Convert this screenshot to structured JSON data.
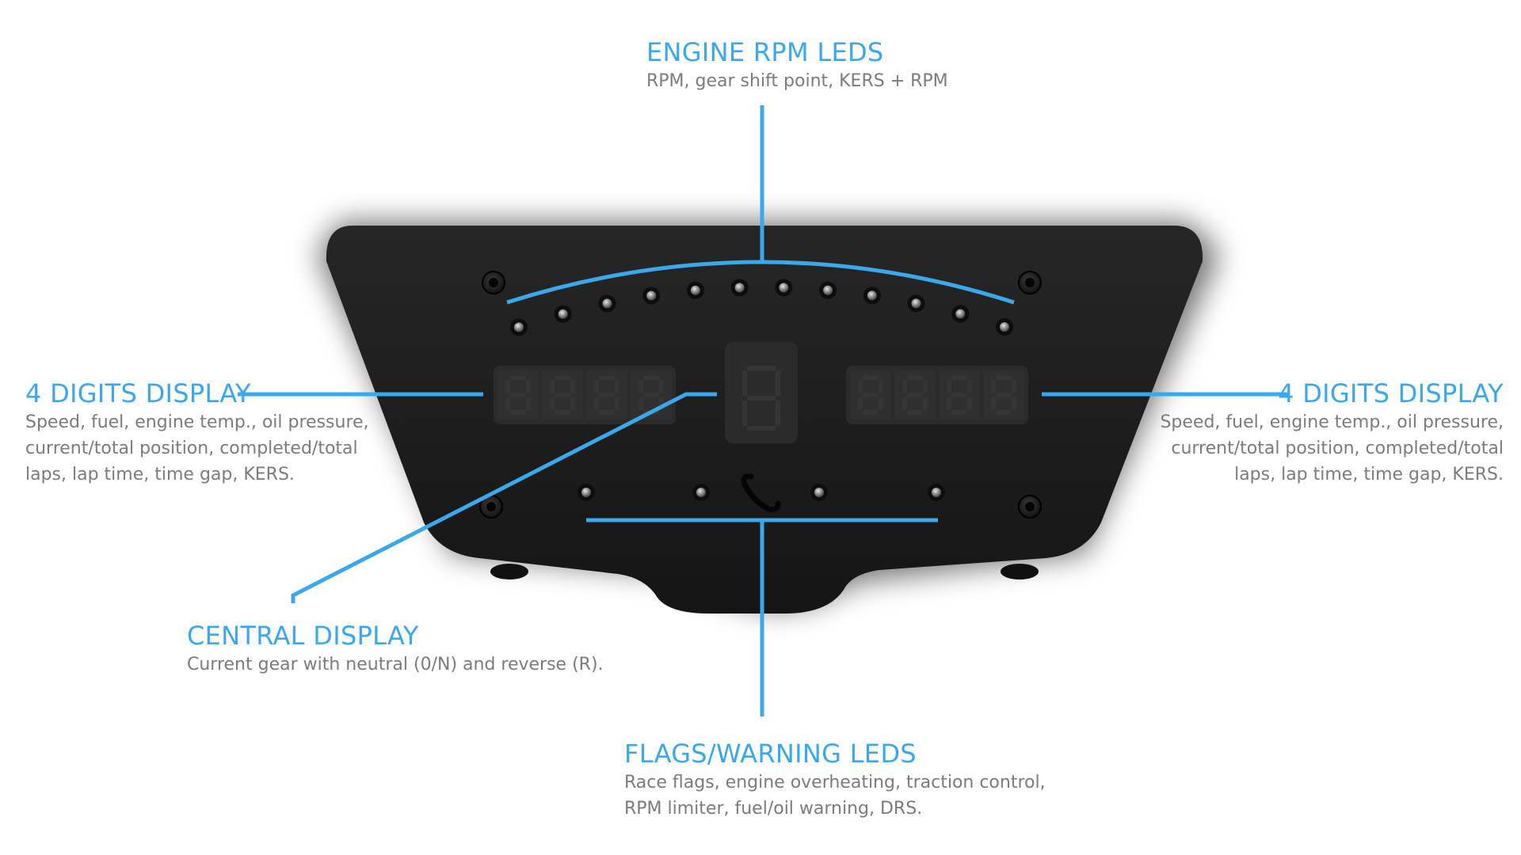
{
  "colors": {
    "accent": "#3aa8ea",
    "description": "#7c7c7c",
    "panel": "#1e1e1e"
  },
  "callouts": {
    "rpm_leds": {
      "title": "ENGINE RPM LEDS",
      "description": "RPM, gear shift point, KERS + RPM"
    },
    "left_display": {
      "title": "4 DIGITS DISPLAY",
      "description": "Speed, fuel, engine temp., oil pressure, current/total position, completed/total laps, lap time, time gap, KERS."
    },
    "right_display": {
      "title": "4 DIGITS DISPLAY",
      "description": "Speed, fuel, engine temp., oil pressure, current/total position, completed/total laps, lap time, time gap, KERS."
    },
    "central_display": {
      "title": "CENTRAL DISPLAY",
      "description": "Current gear with neutral (0/N) and reverse (R)."
    },
    "flag_leds": {
      "title": "FLAGS/WARNING LEDS",
      "description": "Race flags, engine overheating, traction control, RPM limiter, fuel/oil warning, DRS."
    }
  },
  "device": {
    "rpm_led_count": 12,
    "flag_led_count": 4,
    "left_digits": 4,
    "right_digits": 4,
    "central_digits": 1
  }
}
